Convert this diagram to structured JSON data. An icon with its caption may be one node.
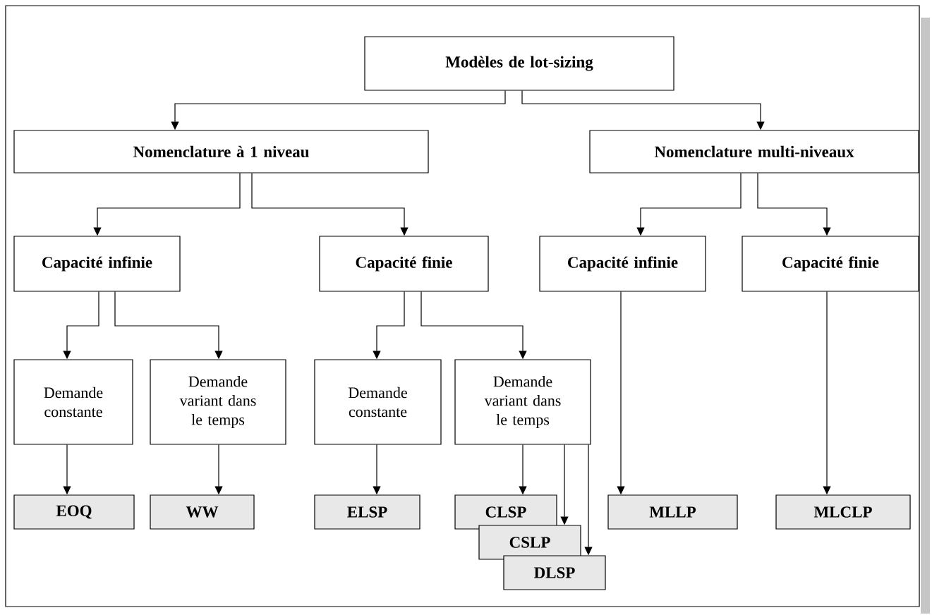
{
  "diagram": {
    "nodes": [
      {
        "text": [
          "Modèles de lot-sizing"
        ]
      },
      {
        "text": [
          "Nomenclature à 1 niveau"
        ]
      },
      {
        "text": [
          "Nomenclature multi-niveaux"
        ]
      },
      {
        "text": [
          "Capacité infinie"
        ]
      },
      {
        "text": [
          "Capacité finie"
        ]
      },
      {
        "text": [
          "Capacité infinie"
        ]
      },
      {
        "text": [
          "Capacité finie"
        ]
      },
      {
        "text": [
          "Demande constante"
        ]
      },
      {
        "text": [
          "Demande variant dans le temps"
        ]
      },
      {
        "text": [
          "Demande constante"
        ]
      },
      {
        "text": [
          "Demande variant dans le temps"
        ]
      },
      {
        "text": [
          "EOQ"
        ]
      },
      {
        "text": [
          "WW"
        ]
      },
      {
        "text": [
          "ELSP"
        ]
      },
      {
        "text": [
          "CLSP"
        ]
      },
      {
        "text": [
          "CSLP"
        ]
      },
      {
        "text": [
          "DLSP"
        ]
      },
      {
        "text": [
          "MLLP"
        ]
      },
      {
        "text": [
          "MLCLP"
        ]
      }
    ],
    "edges": [
      {
        "from": 0,
        "to": 1,
        "arrow": "to"
      },
      {
        "from": 0,
        "to": 2,
        "arrow": "to"
      },
      {
        "from": 1,
        "to": 3,
        "arrow": "to"
      },
      {
        "from": 1,
        "to": 4,
        "arrow": "to"
      },
      {
        "from": 2,
        "to": 5,
        "arrow": "to"
      },
      {
        "from": 2,
        "to": 6,
        "arrow": "to"
      },
      {
        "from": 3,
        "to": 7,
        "arrow": "to"
      },
      {
        "from": 3,
        "to": 8,
        "arrow": "to"
      },
      {
        "from": 4,
        "to": 9,
        "arrow": "to"
      },
      {
        "from": 4,
        "to": 10,
        "arrow": "to"
      },
      {
        "from": 7,
        "to": 11,
        "arrow": "to"
      },
      {
        "from": 8,
        "to": 12,
        "arrow": "to"
      },
      {
        "from": 9,
        "to": 13,
        "arrow": "to"
      },
      {
        "from": 10,
        "to": 14,
        "arrow": "to"
      },
      {
        "from": 10,
        "to": 15,
        "arrow": "to"
      },
      {
        "from": 10,
        "to": 16,
        "arrow": "to"
      },
      {
        "from": 5,
        "to": 17,
        "arrow": "to"
      },
      {
        "from": 6,
        "to": 18,
        "arrow": "to"
      }
    ]
  }
}
